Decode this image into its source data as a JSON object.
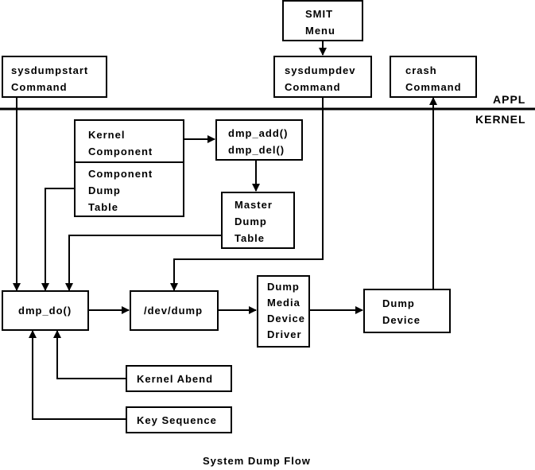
{
  "zones": {
    "appl": "APPL",
    "kernel": "KERNEL"
  },
  "nodes": {
    "smit": [
      "SMIT",
      "Menu"
    ],
    "sysdumpstart": [
      "sysdumpstart",
      "Command"
    ],
    "sysdumpdev": [
      "sysdumpdev",
      "Command"
    ],
    "crash": [
      "crash",
      "Command"
    ],
    "kernel_component": [
      "Kernel",
      "Component"
    ],
    "component_dump_table": [
      "Component",
      "Dump",
      "Table"
    ],
    "dmp_add_del": [
      "dmp_add()",
      "dmp_del()"
    ],
    "master_dump_table": [
      "Master",
      "Dump",
      "Table"
    ],
    "dmp_do": [
      "dmp_do()"
    ],
    "dev_dump": [
      "/dev/dump"
    ],
    "dump_media_driver": [
      "Dump",
      "Media",
      "Device",
      "Driver"
    ],
    "dump_device": [
      "Dump",
      "Device"
    ],
    "kernel_abend": [
      "Kernel Abend"
    ],
    "key_sequence": [
      "Key Sequence"
    ]
  },
  "caption": "System Dump Flow"
}
